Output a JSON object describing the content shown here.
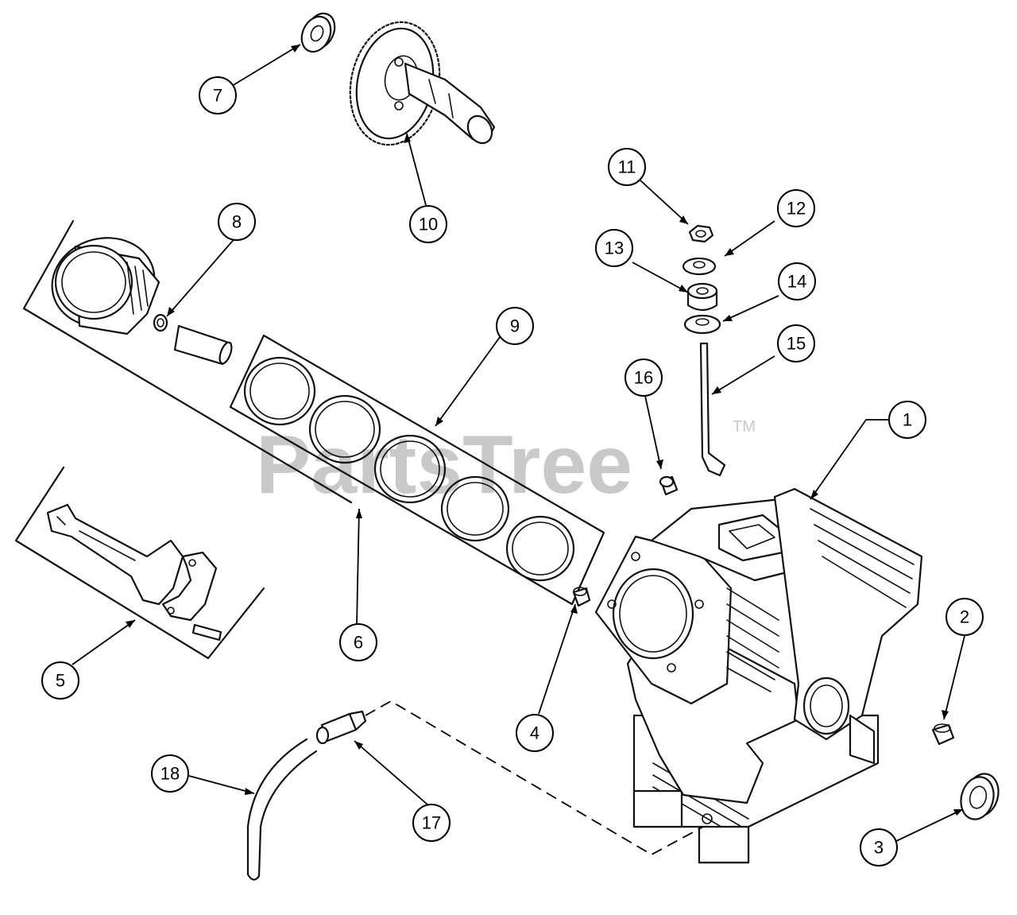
{
  "watermark": {
    "text": "PartsTree",
    "mark": "TM"
  },
  "callouts": {
    "c1": "1",
    "c2": "2",
    "c3": "3",
    "c4": "4",
    "c5": "5",
    "c6": "6",
    "c7": "7",
    "c8": "8",
    "c9": "9",
    "c10": "10",
    "c11": "11",
    "c12": "12",
    "c13": "13",
    "c14": "14",
    "c15": "15",
    "c16": "16",
    "c17": "17",
    "c18": "18"
  }
}
